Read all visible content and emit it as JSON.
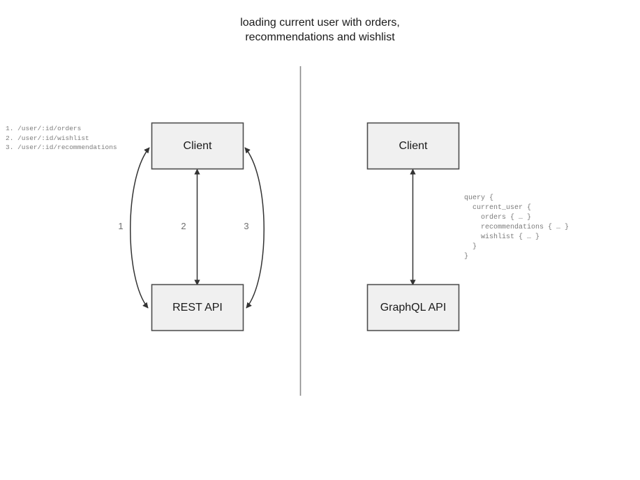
{
  "diagram": {
    "title": "loading current user with orders,\nrecommendations and wishlist",
    "background_color": "#ffffff",
    "node_fill_color": "#f0f0f0",
    "node_stroke_color": "#4d4d4d",
    "edge_color": "#333333",
    "divider_color": "#8a8a8a",
    "muted_text_color": "#7a7a7a"
  },
  "left_panel": {
    "name": "rest-approach",
    "nodes": [
      {
        "id": "client",
        "label": "Client"
      },
      {
        "id": "rest-api",
        "label": "REST API"
      }
    ],
    "edge_labels": [
      "1",
      "2",
      "3"
    ],
    "endpoints_list": "1. /user/:id/orders\n2. /user/:id/wishlist\n3. /user/:id/recommendations",
    "endpoints": [
      {
        "number": "1.",
        "path": "/user/:id/orders"
      },
      {
        "number": "2.",
        "path": "/user/:id/wishlist"
      },
      {
        "number": "3.",
        "path": "/user/:id/recommendations"
      }
    ]
  },
  "right_panel": {
    "name": "graphql-approach",
    "nodes": [
      {
        "id": "client",
        "label": "Client"
      },
      {
        "id": "graphql-api",
        "label": "GraphQL API"
      }
    ],
    "query": "query {\n  current_user {\n    orders { … }\n    recommendations { … }\n    wishlist { … }\n  }\n}"
  }
}
